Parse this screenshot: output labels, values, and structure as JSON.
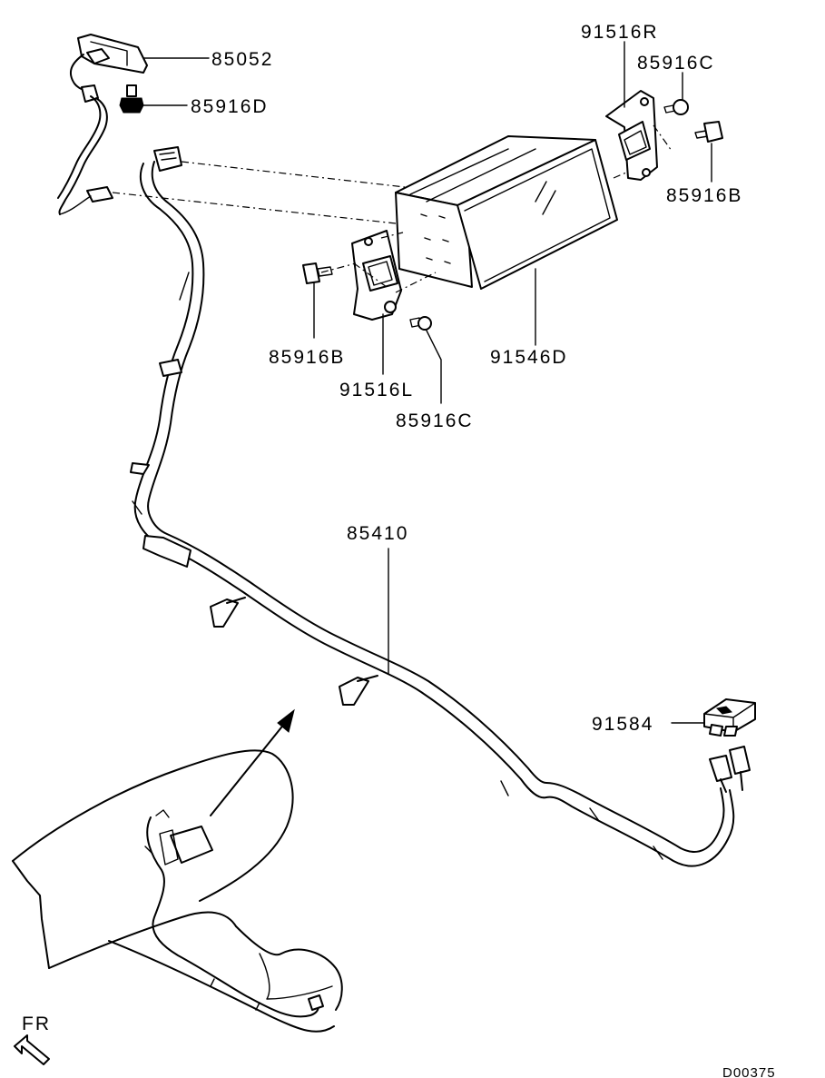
{
  "diagram": {
    "labels": {
      "p85052": "85052",
      "p85916D": "85916D",
      "p91516R": "91516R",
      "p85916C_top": "85916C",
      "p85916B_right": "85916B",
      "p85916B_left": "85916B",
      "p91516L": "91516L",
      "p85916C_bottom": "85916C",
      "p91546D": "91546D",
      "p85410": "85410",
      "p91584": "91584"
    },
    "direction": "FR",
    "code": "D00375"
  }
}
